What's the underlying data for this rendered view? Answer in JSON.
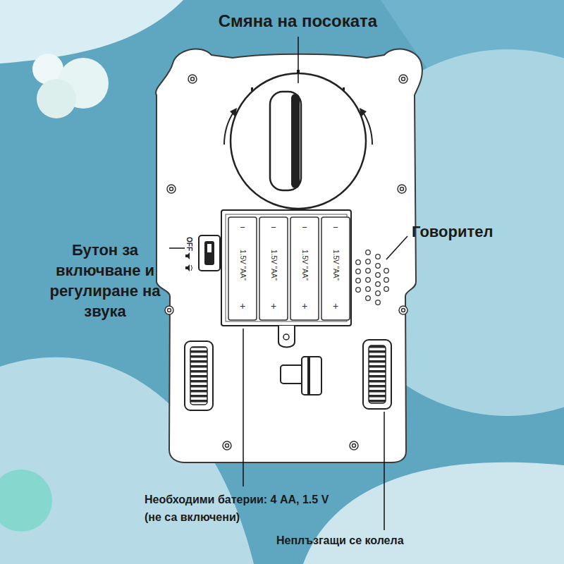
{
  "diagram": {
    "labels": [
      "Смяна на посоката",
      "Говорител",
      "Бутон за включване и регулиране на звука",
      "Необходими батерии: 4 AA, 1.5 V (не са включени)",
      "Неплъзгащи се колела",
      "OFF",
      "−",
      "1.5V \"AA\"",
      "+",
      "−",
      "1.5V \"AA\"",
      "+",
      "−",
      "1.5V \"AA\"",
      "+",
      "−",
      "1.5V \"AA\"",
      "+"
    ]
  }
}
